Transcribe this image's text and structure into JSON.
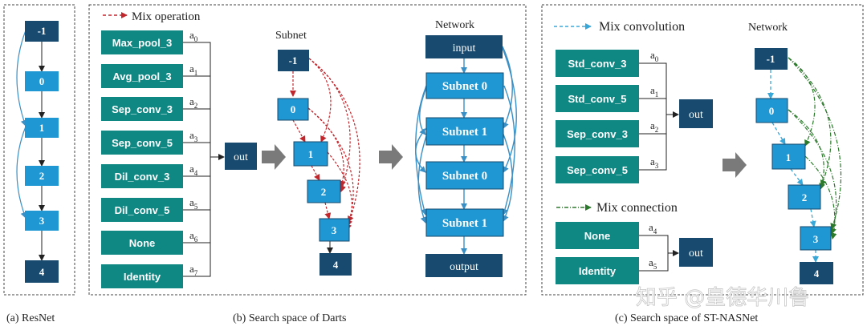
{
  "colors": {
    "dark_navy": "#174a6e",
    "light_blue": "#1f97d3",
    "teal": "#0f8783",
    "red_dashed": "#c0272d",
    "blue_dashed": "#3aa7d9",
    "green_dashdot": "#2b7a2b",
    "arrow_gray": "#7a7a7a"
  },
  "captions": {
    "a": "(a) ResNet",
    "b": "(b) Search space of Darts",
    "c": "(c) Search space of ST-NASNet"
  },
  "resnet": {
    "nodes": [
      "-1",
      "0",
      "1",
      "2",
      "3",
      "4"
    ]
  },
  "darts": {
    "legend": "Mix operation",
    "operations": [
      "Max_pool_3",
      "Avg_pool_3",
      "Sep_conv_3",
      "Sep_conv_5",
      "Dil_conv_3",
      "Dil_conv_5",
      "None",
      "Identity"
    ],
    "weights": [
      "a0",
      "a1",
      "a2",
      "a3",
      "a4",
      "a5",
      "a6",
      "a7"
    ],
    "out": "out",
    "subnet_title": "Subnet",
    "subnet_nodes": [
      "-1",
      "0",
      "1",
      "2",
      "3",
      "4"
    ],
    "network_title": "Network",
    "network_blocks": [
      "input",
      "Subnet 0",
      "Subnet 1",
      "Subnet 0",
      "Subnet 1",
      "output"
    ]
  },
  "stnas": {
    "legend_conv": "Mix convolution",
    "conv_ops": [
      "Std_conv_3",
      "Std_conv_5",
      "Sep_conv_3",
      "Sep_conv_5"
    ],
    "conv_weights": [
      "a0",
      "a1",
      "a2",
      "a3"
    ],
    "legend_conn": "Mix connection",
    "conn_ops": [
      "None",
      "Identity"
    ],
    "conn_weights": [
      "a4",
      "a5"
    ],
    "out1": "out",
    "out2": "out",
    "network_title": "Network",
    "nodes": [
      "-1",
      "0",
      "1",
      "2",
      "3",
      "4"
    ]
  },
  "watermark": "知乎 @皇德华川鲁"
}
